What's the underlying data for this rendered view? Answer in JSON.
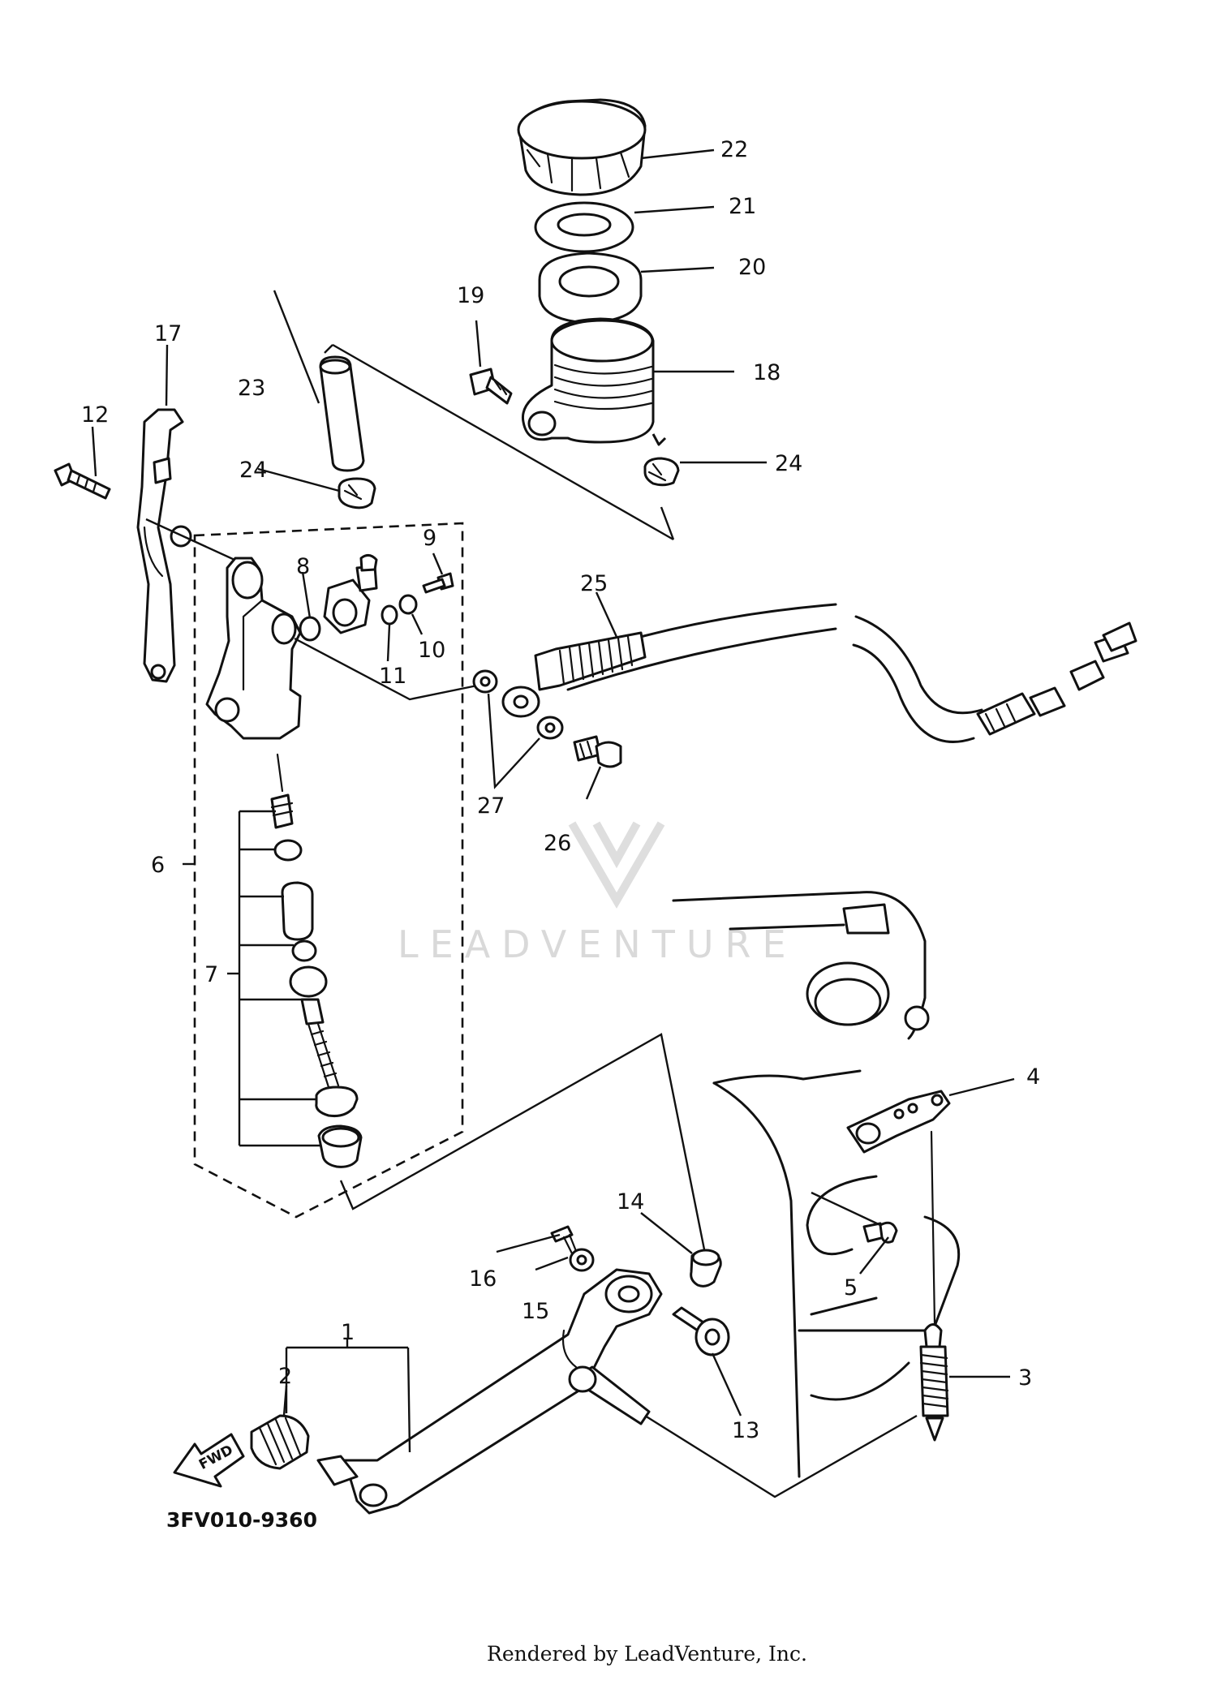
{
  "diagram_code": "3FV010-9360",
  "footer": "Rendered by LeadVenture, Inc.",
  "watermark": "LEADVENTURE",
  "fwd_label": "FWD",
  "labels": [
    "1",
    "2",
    "3",
    "4",
    "5",
    "6",
    "7",
    "8",
    "9",
    "10",
    "11",
    "12",
    "13",
    "14",
    "15",
    "16",
    "17",
    "18",
    "19",
    "20",
    "21",
    "22",
    "23",
    "24",
    "24",
    "25",
    "26",
    "27"
  ]
}
